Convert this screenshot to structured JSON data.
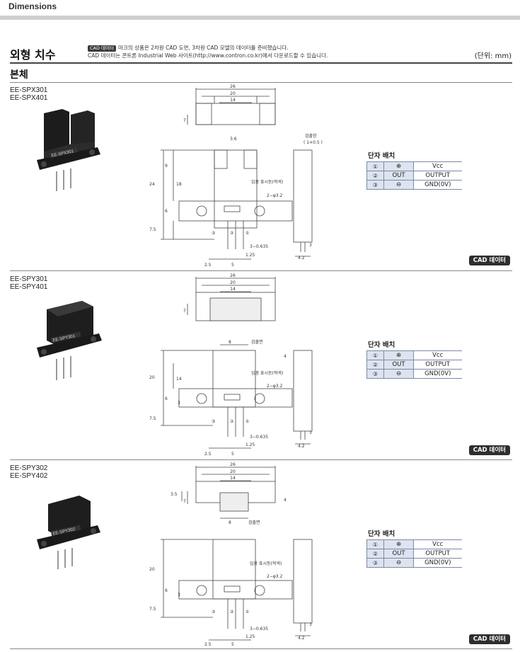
{
  "header": {
    "title": "Dimensions"
  },
  "page": {
    "heading": "외형 치수",
    "note_badge": "CAD 데이터",
    "note_line1": "마크의 상품은 2차원 CAD 도면, 3차원 CAD 모델의 데이터를 준비했습니다.",
    "note_line2": "CAD 데이터는 콘트론 Industrial Web 사이트(http://www.contron.co.kr)에서 다운로드할 수 있습니다.",
    "unit": "(단위: mm)",
    "subheading": "본체"
  },
  "pin_table_title": "단자 배치",
  "cad_button": "CAD 데이터",
  "sections": [
    {
      "models": [
        "EE-SPX301",
        "EE-SPX401"
      ],
      "product_label": "EE-SPX301",
      "pins": [
        {
          "no": "①",
          "sym": "⊕",
          "func": "Vcc"
        },
        {
          "no": "②",
          "sym": "OUT",
          "func": "OUTPUT"
        },
        {
          "no": "③",
          "sym": "⊖",
          "func": "GND(0V)"
        }
      ],
      "dims": {
        "w26": "26",
        "w20": "20",
        "w14": "14",
        "h7": "7",
        "w36": "3.6",
        "h9": "9",
        "h24": "24",
        "h18": "18",
        "h6": "6",
        "h75": "7.5",
        "slit": "검출창",
        "slit_size": "( 1×0.5 )",
        "led": "입광 표시등(적색)",
        "holes": "2−φ3.2",
        "pinw": "3−0.635",
        "p125": "1.25",
        "p25": "2.5",
        "p5": "5",
        "h3": "3",
        "w42": "4.2",
        "c1": "①",
        "c2": "②",
        "c3": "③"
      }
    },
    {
      "models": [
        "EE-SPY301",
        "EE-SPY401"
      ],
      "product_label": "EE-SPY301",
      "pins": [
        {
          "no": "①",
          "sym": "⊕",
          "func": "Vcc"
        },
        {
          "no": "②",
          "sym": "OUT",
          "func": "OUTPUT"
        },
        {
          "no": "③",
          "sym": "⊖",
          "func": "GND(0V)"
        }
      ],
      "dims": {
        "w26": "26",
        "w20": "20",
        "w14": "14",
        "h7": "7",
        "w8": "8",
        "face": "검출면",
        "h4": "4",
        "h20": "20",
        "h14": "14",
        "h6": "6",
        "h3": "3",
        "h75": "7.5",
        "led": "입광 표시등(적색)",
        "holes": "2−φ3.2",
        "pinw": "3−0.635",
        "p125": "1.25",
        "p25": "2.5",
        "p5": "5",
        "w42": "4.2",
        "c1": "①",
        "c2": "②",
        "c3": "③"
      }
    },
    {
      "models": [
        "EE-SPY302",
        "EE-SPY402"
      ],
      "product_label": "EE-SPY302",
      "pins": [
        {
          "no": "①",
          "sym": "⊕",
          "func": "Vcc"
        },
        {
          "no": "②",
          "sym": "OUT",
          "func": "OUTPUT"
        },
        {
          "no": "③",
          "sym": "⊖",
          "func": "GND(0V)"
        }
      ],
      "dims": {
        "w26": "26",
        "w20": "20",
        "w14": "14",
        "h35": "3.5",
        "h7": "7",
        "h4": "4",
        "w8": "8",
        "face": "검출면",
        "h20": "20",
        "h6": "6",
        "h3": "3",
        "h75": "7.5",
        "led": "입광 표시등(적색)",
        "holes": "2−φ3.2",
        "pinw": "3−0.635",
        "p125": "1.25",
        "p25": "2.5",
        "p5": "5",
        "w42": "4.2",
        "c1": "①",
        "c2": "②",
        "c3": "③"
      }
    }
  ]
}
